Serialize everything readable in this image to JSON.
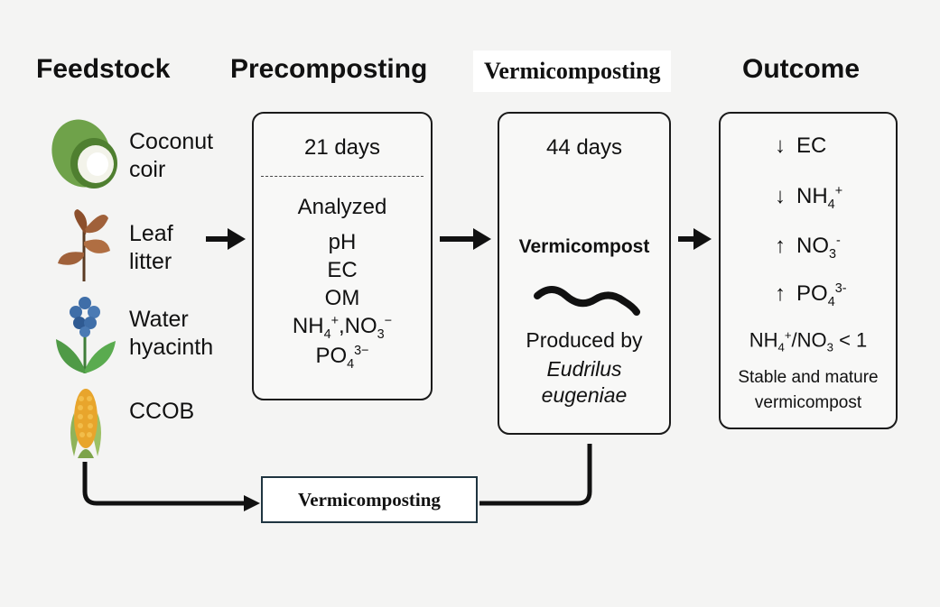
{
  "headings": {
    "feedstock": "Feedstock",
    "precomposting": "Precomposting",
    "vermicomposting": "Vermicomposting",
    "outcome": "Outcome"
  },
  "feedstock": {
    "coconut": {
      "line1": "Coconut",
      "line2": "coir",
      "icon": "coconut-icon"
    },
    "leaf": {
      "line1": "Leaf",
      "line2": "litter",
      "icon": "leaf-icon"
    },
    "hyacinth": {
      "line1": "Water",
      "line2": "hyacinth",
      "icon": "water-hyacinth-icon"
    },
    "ccob": {
      "line1": "CCOB",
      "icon": "corn-cob-icon"
    }
  },
  "precomposting": {
    "duration": "21 days",
    "analyzed": "Analyzed",
    "params": {
      "ph": "pH",
      "ec": "EC",
      "om": "OM",
      "nh4": "NH",
      "nh4_sub": "4",
      "nh4_sup": "+",
      "comma": ",",
      "no3": "NO",
      "no3_sub": "3",
      "no3_sup": "−",
      "po4": "PO",
      "po4_sub": "4",
      "po4_sup": "3−"
    }
  },
  "vermicomposting": {
    "duration": "44 days",
    "product": "Vermicompost",
    "produced_by": "Produced by",
    "species_line1": "Eudrilus",
    "species_line2": "eugeniae",
    "icon": "worm-icon"
  },
  "outcome": {
    "ec": {
      "arrow": "↓",
      "label": "EC"
    },
    "nh4": {
      "arrow": "↓",
      "label": "NH",
      "sub": "4",
      "sup": "+"
    },
    "no3": {
      "arrow": "↑",
      "label": "NO",
      "sub": "3",
      "sup": "-"
    },
    "po4": {
      "arrow": "↑",
      "label": "PO",
      "sub": "4",
      "sup": "3-"
    },
    "ratio": {
      "a": "NH",
      "a_sub": "4",
      "a_sup": "+",
      "b": "/NO",
      "b_sub": "3",
      "tail": " < 1"
    },
    "conclusion_line1": "Stable and mature",
    "conclusion_line2": "vermicompost"
  },
  "bottom_path": {
    "label": "Vermicomposting"
  },
  "colors": {
    "line": "#111111",
    "coconut_green": "#6fa24a",
    "leaf_brown": "#a0613a",
    "hyacinth_blue": "#3f6ea8",
    "corn_yellow": "#e8a52c"
  }
}
